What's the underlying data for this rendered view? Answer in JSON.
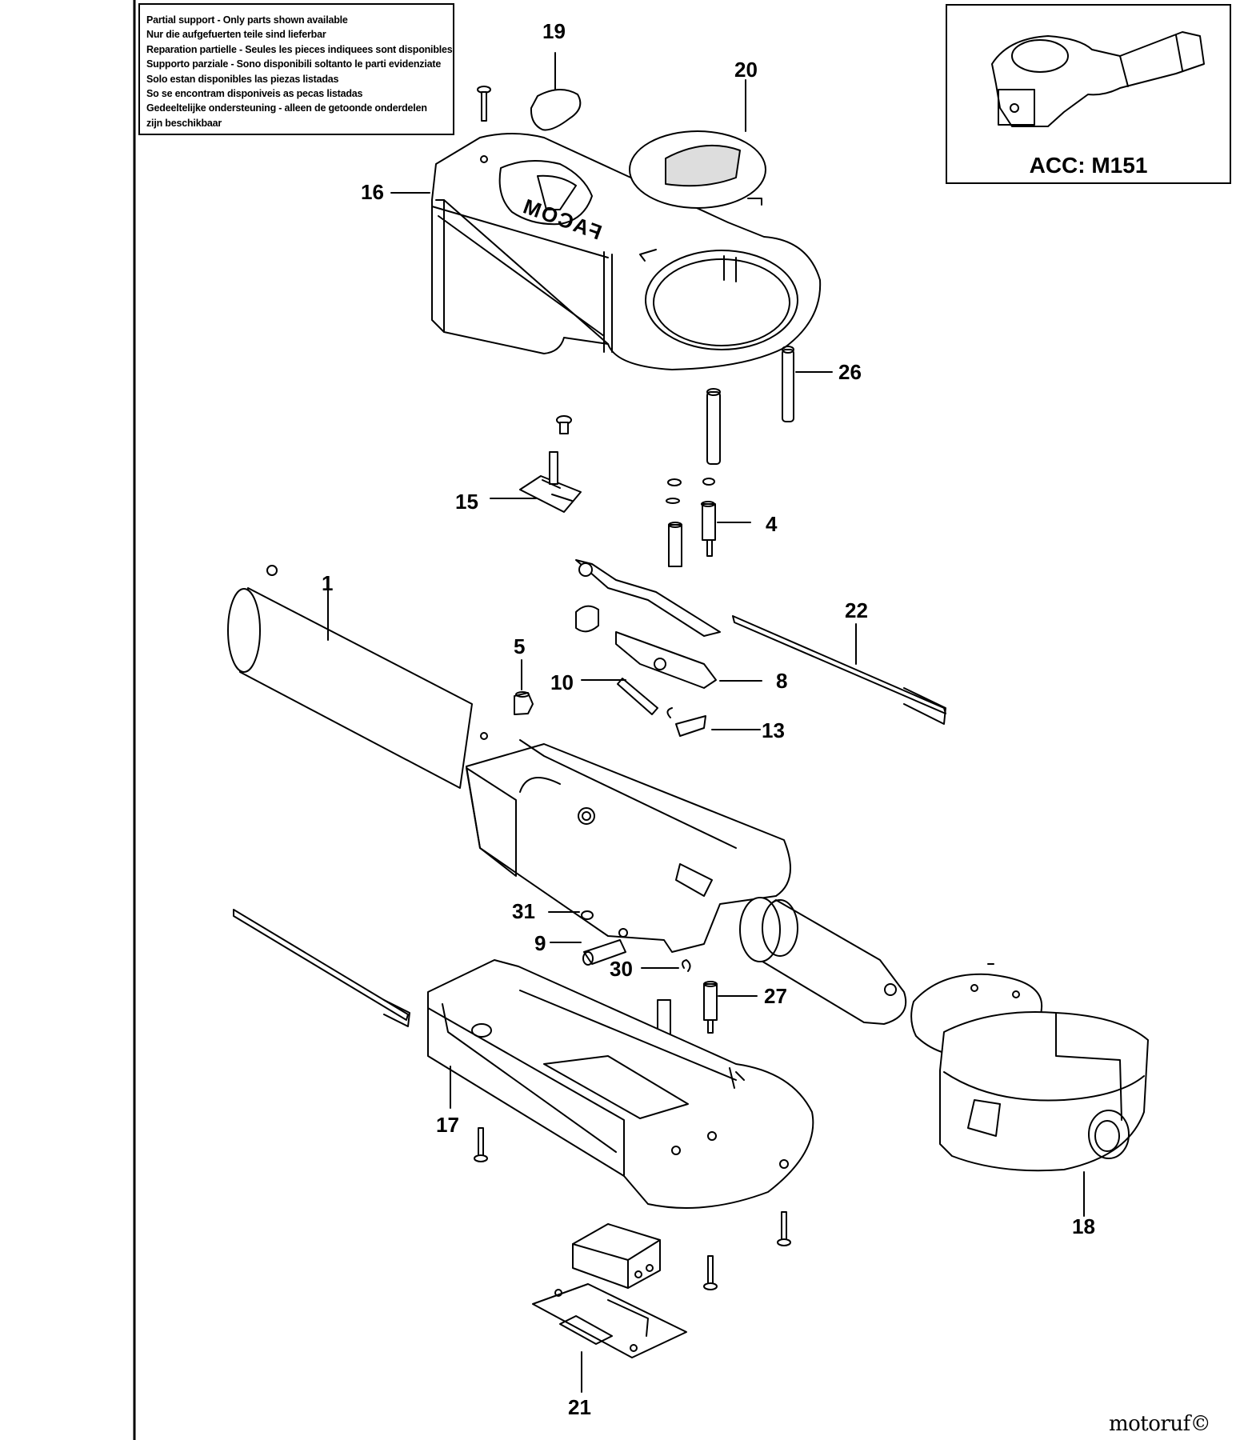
{
  "notice": {
    "lines": [
      "Partial support - Only parts shown available",
      "Nur die aufgefuerten teile sind lieferbar",
      "Reparation partielle - Seules les pieces indiquees sont disponibles",
      "Supporto parziale - Sono disponibili soltanto le parti evidenziate",
      "Solo estan disponibles las piezas listadas",
      "So se encontram disponiveis as pecas listadas",
      "Gedeeltelijke ondersteuning - alleen de getoonde onderdelen",
      "zijn beschikbaar"
    ]
  },
  "accessory": {
    "label": "ACC: M151"
  },
  "brand_mark": "FACOM",
  "callouts": [
    {
      "id": "19",
      "name": "callout-19"
    },
    {
      "id": "20",
      "name": "callout-20"
    },
    {
      "id": "16",
      "name": "callout-16"
    },
    {
      "id": "26",
      "name": "callout-26"
    },
    {
      "id": "15",
      "name": "callout-15"
    },
    {
      "id": "4",
      "name": "callout-4"
    },
    {
      "id": "1",
      "name": "callout-1"
    },
    {
      "id": "22",
      "name": "callout-22"
    },
    {
      "id": "5",
      "name": "callout-5"
    },
    {
      "id": "10",
      "name": "callout-10"
    },
    {
      "id": "8",
      "name": "callout-8"
    },
    {
      "id": "13",
      "name": "callout-13"
    },
    {
      "id": "31",
      "name": "callout-31"
    },
    {
      "id": "9",
      "name": "callout-9"
    },
    {
      "id": "30",
      "name": "callout-30"
    },
    {
      "id": "27",
      "name": "callout-27"
    },
    {
      "id": "17",
      "name": "callout-17"
    },
    {
      "id": "18",
      "name": "callout-18"
    },
    {
      "id": "21",
      "name": "callout-21"
    }
  ],
  "watermark": {
    "text": "motoruf",
    "mark": "©"
  }
}
